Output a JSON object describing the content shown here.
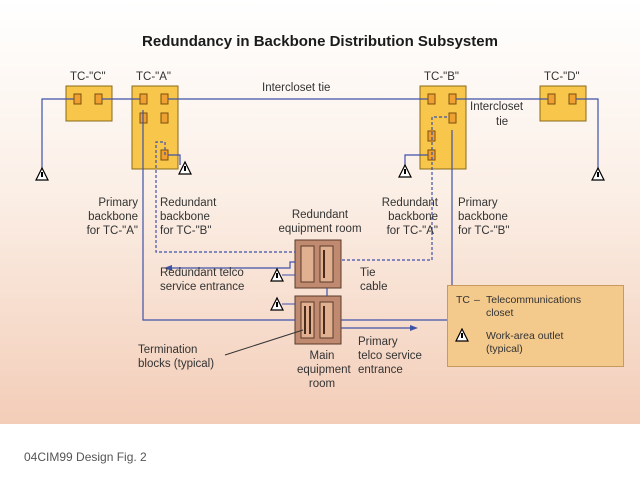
{
  "title": "Redundancy in Backbone Distribution Subsystem",
  "closets": {
    "c": "TC-\"C\"",
    "a": "TC-\"A\"",
    "b": "TC-\"B\"",
    "d": "TC-\"D\""
  },
  "labels": {
    "intercloset_tie_top": "Intercloset tie",
    "intercloset_tie_right_1": "Intercloset",
    "intercloset_tie_right_2": "tie",
    "primary_a_1": "Primary",
    "primary_a_2": "backbone",
    "primary_a_3": "for TC-\"A\"",
    "redundant_b_1": "Redundant",
    "redundant_b_2": "backbone",
    "redundant_b_3": "for TC-\"B\"",
    "redundant_a_1": "Redundant",
    "redundant_a_2": "backbone",
    "redundant_a_3": "for TC-\"A\"",
    "primary_b_1": "Primary",
    "primary_b_2": "backbone",
    "primary_b_3": "for TC-\"B\"",
    "redundant_room_1": "Redundant",
    "redundant_room_2": "equipment room",
    "redundant_telco_1": "Redundant telco",
    "redundant_telco_2": "service entrance",
    "tie_cable_1": "Tie",
    "tie_cable_2": "cable",
    "termination_1": "Termination",
    "termination_2": "blocks (typical)",
    "main_room_1": "Main",
    "main_room_2": "equipment",
    "main_room_3": "room",
    "primary_telco_1": "Primary",
    "primary_telco_2": "telco service",
    "primary_telco_3": "entrance"
  },
  "legend": {
    "tc_key": "TC",
    "tc_dash": "–",
    "tc_desc_1": "Telecommunications",
    "tc_desc_2": "closet",
    "outlet_desc_1": "Work-area outlet",
    "outlet_desc_2": "(typical)"
  },
  "caption": "04CIM99 Design Fig. 2",
  "colors": {
    "box_fill": "#f7c64a",
    "box_stroke": "#8a6a1a",
    "block_fill": "#f0a030",
    "line": "#3f52a8",
    "room_fill": "#c08a70",
    "legend_fill": "#f3c98c"
  }
}
